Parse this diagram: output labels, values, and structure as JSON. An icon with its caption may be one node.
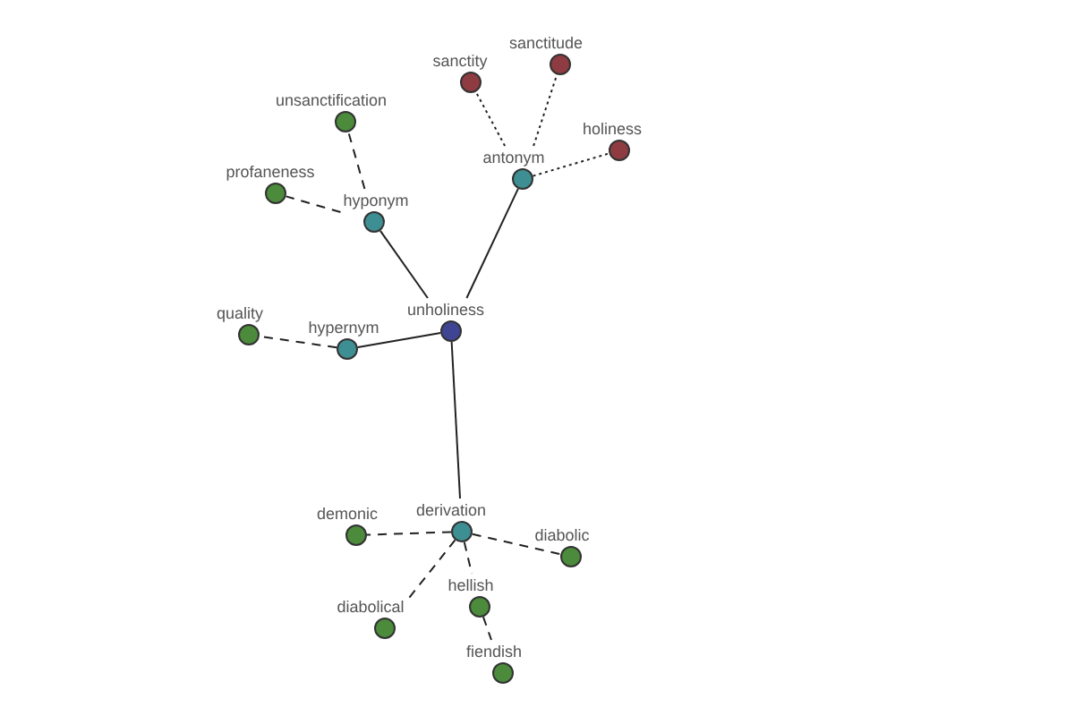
{
  "diagram": {
    "nodes": [
      {
        "text": [
          "sanctity"
        ]
      },
      {
        "text": [
          "sanctitude"
        ]
      },
      {
        "text": [
          "unsanctification"
        ]
      },
      {
        "text": [
          "holiness"
        ]
      },
      {
        "text": [
          "antonym"
        ]
      },
      {
        "text": [
          "profaneness"
        ]
      },
      {
        "text": [
          "hyponym"
        ]
      },
      {
        "text": [
          "quality"
        ]
      },
      {
        "text": [
          "hypernym"
        ]
      },
      {
        "text": [
          "unholiness"
        ]
      },
      {
        "text": [
          "demonic"
        ]
      },
      {
        "text": [
          "derivation"
        ]
      },
      {
        "text": [
          "diabolic"
        ]
      },
      {
        "text": [
          "hellish"
        ]
      },
      {
        "text": [
          "diabolical"
        ]
      },
      {
        "text": [
          "fiendish"
        ]
      }
    ],
    "edges": [
      {
        "from": 9,
        "to": 4,
        "arrow": "none"
      },
      {
        "from": 9,
        "to": 6,
        "arrow": "none"
      },
      {
        "from": 9,
        "to": 8,
        "arrow": "none"
      },
      {
        "from": 9,
        "to": 11,
        "arrow": "none"
      },
      {
        "from": 4,
        "to": 0,
        "arrow": "none",
        "style": "dashed"
      },
      {
        "from": 4,
        "to": 1,
        "arrow": "none",
        "style": "dashed"
      },
      {
        "from": 4,
        "to": 3,
        "arrow": "none",
        "style": "dashed"
      },
      {
        "from": 6,
        "to": 2,
        "arrow": "none",
        "style": "dashed"
      },
      {
        "from": 6,
        "to": 5,
        "arrow": "none",
        "style": "dashed"
      },
      {
        "from": 8,
        "to": 7,
        "arrow": "none",
        "style": "dashed"
      },
      {
        "from": 11,
        "to": 10,
        "arrow": "none",
        "style": "dashed"
      },
      {
        "from": 11,
        "to": 12,
        "arrow": "none",
        "style": "dashed"
      },
      {
        "from": 11,
        "to": 14,
        "arrow": "none",
        "style": "dashed"
      },
      {
        "from": 11,
        "to": 13,
        "arrow": "none",
        "style": "dashed"
      },
      {
        "from": 13,
        "to": 15,
        "arrow": "none",
        "style": "dashed"
      }
    ]
  }
}
